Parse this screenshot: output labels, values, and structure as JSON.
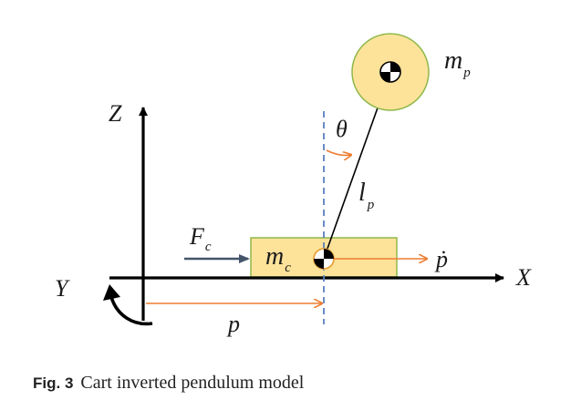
{
  "labels": {
    "z_axis": "Z",
    "x_axis": "X",
    "y_axis": "Y",
    "pendulum_mass": "m",
    "pendulum_mass_sub": "p",
    "angle": "θ",
    "rod_length": "l",
    "rod_length_sub": "p",
    "force": "F",
    "force_sub": "c",
    "cart_mass": "m",
    "cart_mass_sub": "c",
    "velocity": "ṗ",
    "position": "p"
  },
  "caption": {
    "fig_label": "Fig. 3",
    "text": "Cart inverted pendulum model"
  },
  "colors": {
    "mass_fill": "#fde39a",
    "mass_stroke": "#8fb84a",
    "orange_arrow": "#ed7d31",
    "force_arrow": "#44546a",
    "dashed_line": "#5b7fbf",
    "axis": "#000000"
  }
}
